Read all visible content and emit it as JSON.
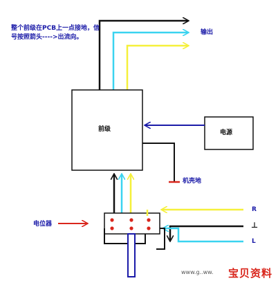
{
  "labels": {
    "note": "整个前级在PCB上一点接地，信号按照箭头---->出流向。",
    "output": "输出",
    "preamp": "前级",
    "power": "电源",
    "chassis_ground": "机壳地",
    "potentiometer": "电位器",
    "right": "R",
    "ground_symbol": "⊥",
    "left": "L"
  },
  "watermark": {
    "url": "www.g..ww.",
    "brand": "宝贝资料"
  },
  "colors": {
    "wire_black": "#111111",
    "wire_cyan": "#3ad3f0",
    "wire_yellow": "#f5f03a",
    "arrow_blue": "#1a1aa8",
    "arrow_red": "#d9261c",
    "ground_red": "#d9261c",
    "terminal_red": "#d9261c"
  }
}
